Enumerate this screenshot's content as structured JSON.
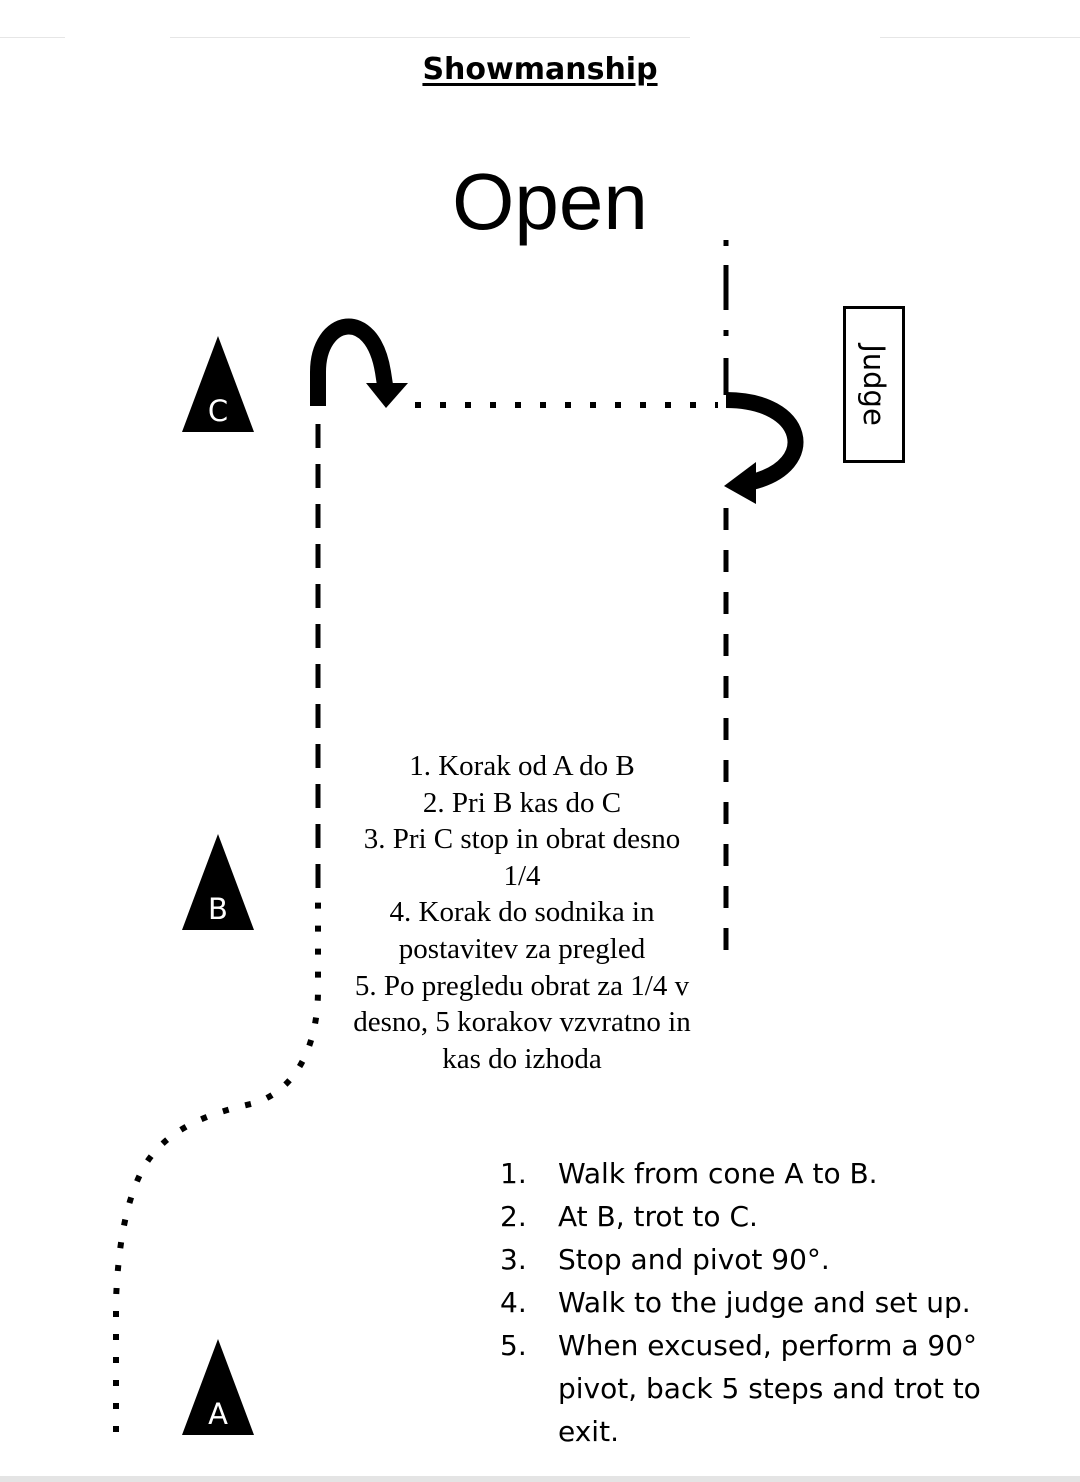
{
  "header": {
    "title": "Showmanship",
    "level": "Open"
  },
  "cones": [
    {
      "label": "C"
    },
    {
      "label": "B"
    },
    {
      "label": "A"
    }
  ],
  "judge": {
    "label": "Judge"
  },
  "instructions_slovene": [
    "1. Korak od A do B",
    "2. Pri B kas do C",
    "3. Pri C stop in obrat desno 1/4",
    "4. Korak do sodnika in postavitev za pregled",
    "5. Po pregledu obrat za 1/4 v desno, 5 korakov vzvratno in kas do izhoda"
  ],
  "instructions_english": [
    {
      "num": "1.",
      "text": "Walk from cone A to B."
    },
    {
      "num": "2.",
      "text": "At B, trot to C."
    },
    {
      "num": "3.",
      "text": "Stop and pivot 90°."
    },
    {
      "num": "4.",
      "text": "Walk to the judge and set up."
    },
    {
      "num": "5.",
      "text": "When excused, perform a 90° pivot, back 5 steps and trot to exit."
    }
  ],
  "colors": {
    "ink": "#000000",
    "background": "#ffffff"
  }
}
